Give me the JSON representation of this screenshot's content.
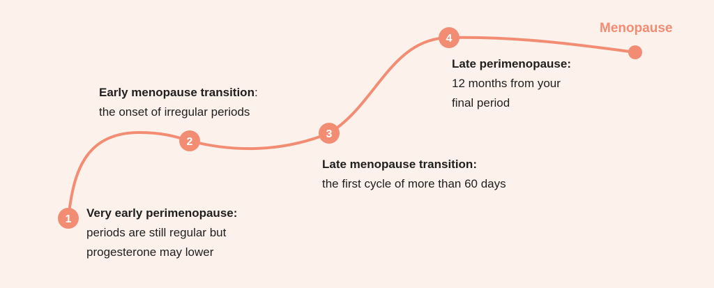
{
  "colors": {
    "background": "#fcf1eb",
    "accent": "#f28d74",
    "text": "#1f1f1f",
    "marker_text": "#ffffff"
  },
  "stages": [
    {
      "number": "1",
      "title": "Very early perimenopause:",
      "title_suffix": "",
      "description_lines": [
        "periods are still regular but",
        "progesterone may lower"
      ]
    },
    {
      "number": "2",
      "title": "Early menopause transition",
      "title_suffix": ":",
      "description_lines": [
        "the onset of irregular periods"
      ]
    },
    {
      "number": "3",
      "title": "Late menopause transition:",
      "title_suffix": "",
      "description_lines": [
        "the first cycle of more than 60 days"
      ]
    },
    {
      "number": "4",
      "title": "Late perimenopause:",
      "title_suffix": "",
      "description_lines": [
        "12 months from your",
        "final period"
      ]
    }
  ],
  "end_point": {
    "label": "Menopause"
  }
}
